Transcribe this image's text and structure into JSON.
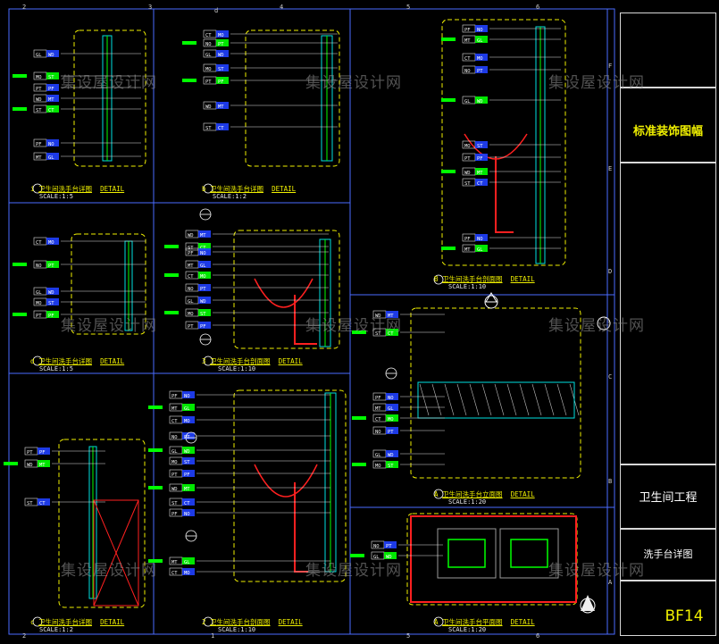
{
  "title_block": {
    "drawing_standard": "标准装饰图幅",
    "project": "卫生间工程",
    "drawing_name": "洗手台详图",
    "sheet_no": "BF14"
  },
  "watermark": "集设屋设计网",
  "grid": {
    "columns_top": [
      "2",
      "3",
      "d",
      "4",
      "5",
      "6"
    ],
    "columns_bottom": [
      "2",
      "1",
      "5",
      "6"
    ],
    "rows_right": [
      "F",
      "E",
      "D",
      "C",
      "B",
      "A"
    ]
  },
  "details": [
    {
      "num": "i",
      "title": "卫生间洗手台详图",
      "suffix": "DETAIL",
      "scale": "SCALE:1:5"
    },
    {
      "num": "b",
      "title": "卫生间洗手台详图",
      "suffix": "DETAIL",
      "scale": "SCALE:1:2"
    },
    {
      "num": "B",
      "title": "卫生间洗手台剖面图",
      "suffix": "DETAIL",
      "scale": "SCALE:1:10"
    },
    {
      "num": "d",
      "title": "卫生间洗手台详图",
      "suffix": "DETAIL",
      "scale": "SCALE:1:5"
    },
    {
      "num": "3",
      "title": "卫生间洗手台剖面图",
      "suffix": "DETAIL",
      "scale": "SCALE:1:10"
    },
    {
      "num": "A",
      "title": "卫生间洗手台立面图",
      "suffix": "DETAIL",
      "scale": "SCALE:1:20"
    },
    {
      "num": "c",
      "title": "卫生间洗手台详图",
      "suffix": "DETAIL",
      "scale": "SCALE:1:2"
    },
    {
      "num": "2",
      "title": "卫生间洗手台剖面图",
      "suffix": "DETAIL",
      "scale": "SCALE:1:10"
    },
    {
      "num": "A",
      "title": "卫生间洗手台平面图",
      "suffix": "DETAIL",
      "scale": "SCALE:1:20"
    }
  ],
  "material_tags": [
    "GL",
    "MO",
    "PT",
    "WD",
    "ST",
    "PF",
    "MT",
    "CT",
    "NO"
  ],
  "colors": {
    "background": "#000000",
    "frame": "#4a6cff",
    "outline": "#f0f000",
    "tag_green": "#00ff00",
    "tag_blue": "#2040ff",
    "section_red": "#ff2020",
    "cyan": "#00e0e0",
    "text_white": "#f0f0f0"
  },
  "icons": [
    "section-marker-icon",
    "north-arrow-icon",
    "elevation-marker-icon"
  ]
}
